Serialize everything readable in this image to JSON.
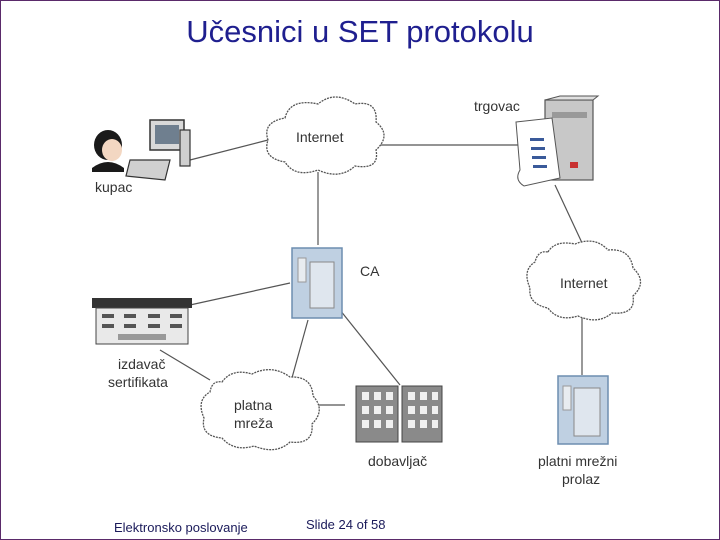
{
  "slide": {
    "title": "Učesnici u SET protokolu",
    "footer_left": "Elektronsko poslovanje",
    "footer_slide": "Slide 24 of 58"
  },
  "diagram": {
    "nodes": {
      "buyer": "kupac",
      "merchant": "trgovac",
      "ca": "CA",
      "issuer_line1": "izdavač",
      "issuer_line2": "sertifikata",
      "supplier": "dobavljač",
      "gateway_line1": "platni mrežni",
      "gateway_line2": "prolaz"
    },
    "clouds": {
      "internet_top": "Internet",
      "internet_right": "Internet",
      "payment_line1": "platna",
      "payment_line2": "mreža"
    },
    "colors": {
      "title": "#1f1f8f",
      "lines": "#555555",
      "server_blue": "#9fb9d6",
      "footer_text": "#1a1a5a"
    }
  }
}
